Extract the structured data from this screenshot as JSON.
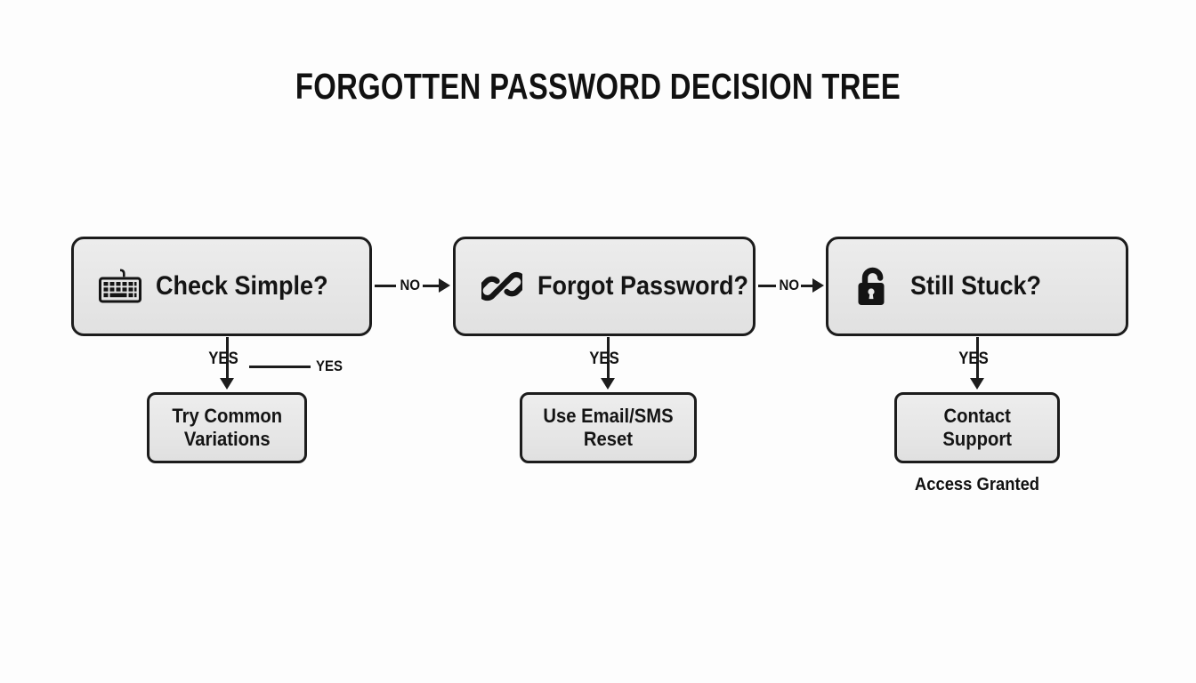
{
  "page": {
    "title": "FORGOTTEN PASSWORD DECISION TREE",
    "background_color": "#fdfdfd",
    "line_color": "#1c1c1c",
    "box_fill_color": "#e8e8e8"
  },
  "decisions": [
    {
      "id": "check-simple",
      "label": "Check Simple?",
      "icon": "keyboard-icon",
      "yes_label": "YES",
      "no_label": "NO"
    },
    {
      "id": "forgot-password",
      "label": "Forgot Password?",
      "icon": "link-icon",
      "yes_label": "YES",
      "no_label": "NO"
    },
    {
      "id": "still-stuck",
      "label": "Still Stuck?",
      "icon": "unlocked-padlock-icon",
      "yes_label": "YES",
      "no_label": ""
    }
  ],
  "outcomes": [
    {
      "id": "try-common-variations",
      "label": "Try Common\nVariations"
    },
    {
      "id": "use-email-sms-reset",
      "label": "Use Email/SMS\nReset"
    },
    {
      "id": "contact-support",
      "label": "Contact\nSupport"
    }
  ],
  "extra_edge_label": "YES",
  "footer_note": "Access Granted"
}
